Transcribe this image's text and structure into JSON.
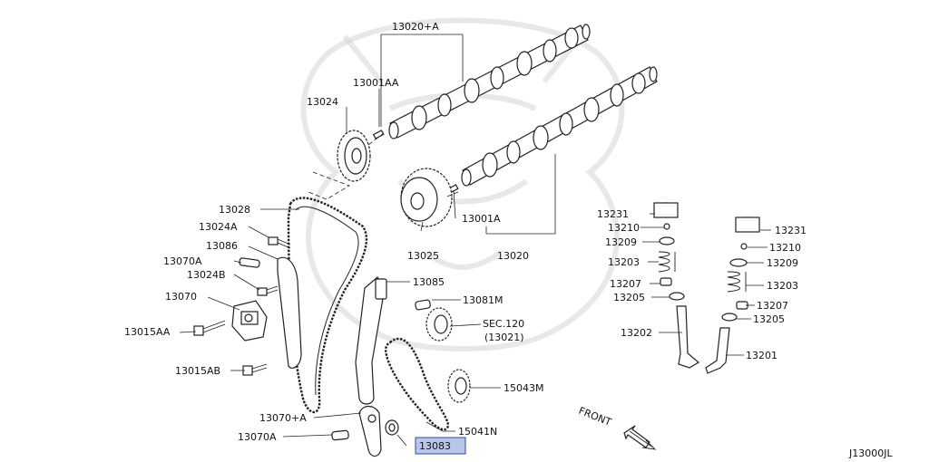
{
  "diagram_code": "J13000JL",
  "front_label": "FRONT",
  "highlight_color": "#b9c6ea",
  "parts": [
    {
      "id": "p-13020A",
      "label": "13020+A"
    },
    {
      "id": "p-13001AA",
      "label": "13001AA"
    },
    {
      "id": "p-13024",
      "label": "13024"
    },
    {
      "id": "p-13028",
      "label": "13028"
    },
    {
      "id": "p-13024A",
      "label": "13024A"
    },
    {
      "id": "p-13086",
      "label": "13086"
    },
    {
      "id": "p-13070A-top",
      "label": "13070A"
    },
    {
      "id": "p-13024B",
      "label": "13024B"
    },
    {
      "id": "p-13070",
      "label": "13070"
    },
    {
      "id": "p-13015AA",
      "label": "13015AA"
    },
    {
      "id": "p-13015AB",
      "label": "13015AB"
    },
    {
      "id": "p-13025",
      "label": "13025"
    },
    {
      "id": "p-13001A",
      "label": "13001A"
    },
    {
      "id": "p-13020",
      "label": "13020"
    },
    {
      "id": "p-13085",
      "label": "13085"
    },
    {
      "id": "p-13081M",
      "label": "13081M"
    },
    {
      "id": "p-sec120",
      "label": "SEC.120"
    },
    {
      "id": "p-sec120sub",
      "label": "(13021)"
    },
    {
      "id": "p-15043M",
      "label": "15043M"
    },
    {
      "id": "p-15041N",
      "label": "15041N"
    },
    {
      "id": "p-13070plusA",
      "label": "13070+A"
    },
    {
      "id": "p-13070A-bottom",
      "label": "13070A"
    },
    {
      "id": "p-13083",
      "label": "13083",
      "highlighted": true
    },
    {
      "id": "p-13231-left",
      "label": "13231"
    },
    {
      "id": "p-13210-left",
      "label": "13210"
    },
    {
      "id": "p-13209-left",
      "label": "13209"
    },
    {
      "id": "p-13203-left",
      "label": "13203"
    },
    {
      "id": "p-13207-left",
      "label": "13207"
    },
    {
      "id": "p-13205-left",
      "label": "13205"
    },
    {
      "id": "p-13202",
      "label": "13202"
    },
    {
      "id": "p-13231-right",
      "label": "13231"
    },
    {
      "id": "p-13210-right",
      "label": "13210"
    },
    {
      "id": "p-13209-right",
      "label": "13209"
    },
    {
      "id": "p-13203-right",
      "label": "13203"
    },
    {
      "id": "p-13207-right",
      "label": "13207"
    },
    {
      "id": "p-13205-right",
      "label": "13205"
    },
    {
      "id": "p-13201",
      "label": "13201"
    }
  ]
}
